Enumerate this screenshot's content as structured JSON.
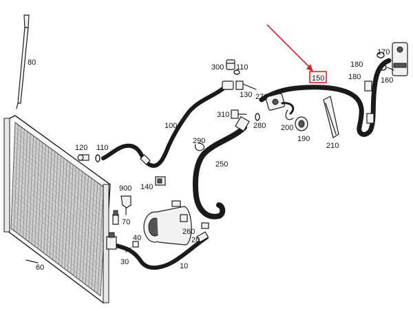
{
  "callouts": {
    "p10": "10",
    "p20": "20",
    "p30": "30",
    "p40": "40",
    "p60": "60",
    "p70": "70",
    "p80": "80",
    "p100": "100",
    "p110a": "110",
    "p110b": "110",
    "p120": "120",
    "p130": "130",
    "p140": "140",
    "p150": "150",
    "p160": "160",
    "p170": "170",
    "p180a": "180",
    "p180b": "180",
    "p190": "190",
    "p200": "200",
    "p210": "210",
    "p250": "250",
    "p260": "260",
    "p270": "270",
    "p280": "280",
    "p290": "290",
    "p300": "300",
    "p310": "310",
    "p900": "900"
  },
  "highlight": {
    "color": "#e02020"
  }
}
